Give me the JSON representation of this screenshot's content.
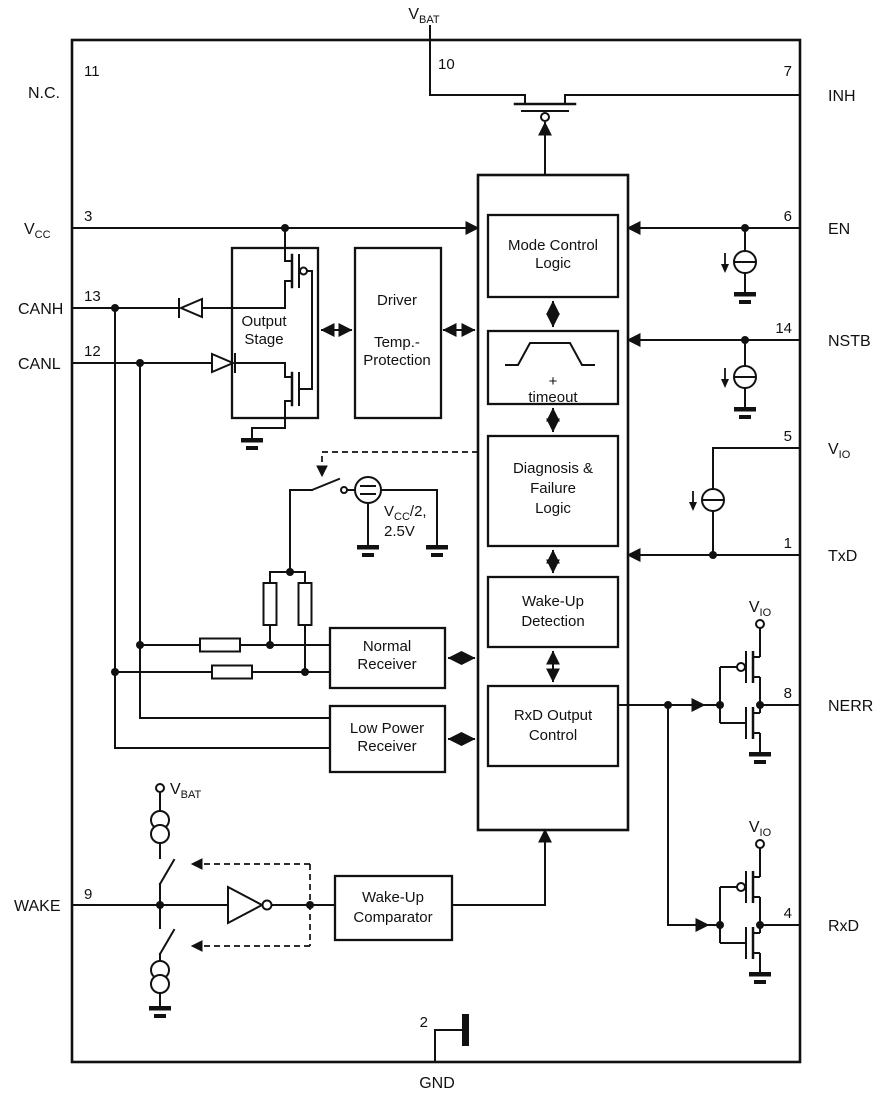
{
  "pins": {
    "nc": {
      "number": "11",
      "label": "N.C."
    },
    "vbat": {
      "number": "10",
      "v": "V",
      "sub": "BAT"
    },
    "inh": {
      "number": "7",
      "label": "INH"
    },
    "vcc": {
      "number": "3",
      "v": "V",
      "sub": "CC"
    },
    "canh": {
      "number": "13",
      "label": "CANH"
    },
    "canl": {
      "number": "12",
      "label": "CANL"
    },
    "wake": {
      "number": "9",
      "label": "WAKE"
    },
    "gnd": {
      "number": "2",
      "label": "GND"
    },
    "en": {
      "number": "6",
      "label": "EN"
    },
    "nstb": {
      "number": "14",
      "label": "NSTB"
    },
    "vio": {
      "number": "5",
      "v": "V",
      "sub": "IO"
    },
    "txd": {
      "number": "1",
      "label": "TxD"
    },
    "nerr": {
      "number": "8",
      "label": "NERR"
    },
    "rxd": {
      "number": "4",
      "label": "RxD"
    }
  },
  "blocks": {
    "mode_control": {
      "line1": "Mode Control",
      "line2": "Logic"
    },
    "timeout": {
      "plus": "+",
      "label": "timeout"
    },
    "diagnosis": {
      "line1": "Diagnosis &",
      "line2": "Failure",
      "line3": "Logic"
    },
    "wakeup_detection": {
      "line1": "Wake-Up",
      "line2": "Detection"
    },
    "rxd_output_control": {
      "line1": "RxD Output",
      "line2": "Control"
    },
    "output_stage": {
      "line1": "Output",
      "line2": "Stage"
    },
    "driver": {
      "line1": "Driver",
      "line2": "Temp.-",
      "line3": "Protection"
    },
    "normal_receiver": {
      "line1": "Normal",
      "line2": "Receiver"
    },
    "low_power_receiver": {
      "line1": "Low Power",
      "line2": "Receiver"
    },
    "wakeup_comparator": {
      "line1": "Wake-Up",
      "line2": "Comparator"
    }
  },
  "sources": {
    "vcc_half": {
      "v": "V",
      "sub": "CC",
      "rest": "/2,",
      "line2": "2.5V"
    },
    "vbat_wake": {
      "v": "V",
      "sub": "BAT"
    },
    "vio_nerr": {
      "v": "V",
      "sub": "IO"
    },
    "vio_rxd": {
      "v": "V",
      "sub": "IO"
    }
  },
  "colors": {
    "line": "#111111",
    "background": "#ffffff"
  }
}
